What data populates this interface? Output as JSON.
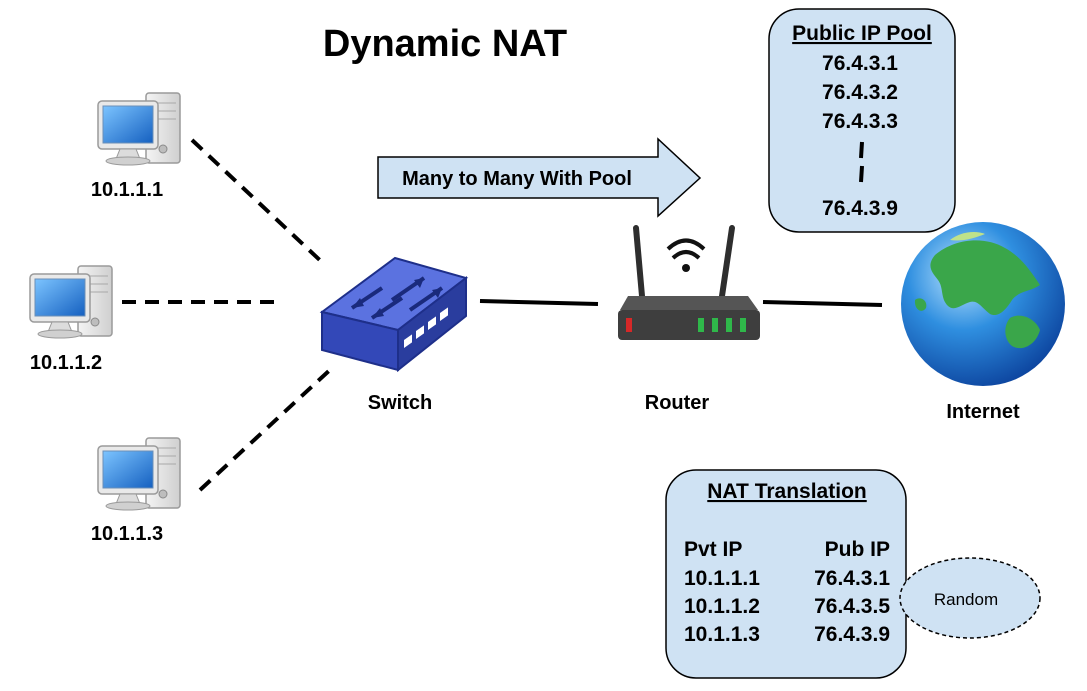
{
  "title": "Dynamic NAT",
  "hosts": [
    {
      "ip": "10.1.1.1"
    },
    {
      "ip": "10.1.1.2"
    },
    {
      "ip": "10.1.1.3"
    }
  ],
  "switch": {
    "label": "Switch"
  },
  "router": {
    "label": "Router"
  },
  "internet": {
    "label": "Internet"
  },
  "arrow": {
    "label": "Many to Many With Pool"
  },
  "pool": {
    "title": "Public IP Pool",
    "ips": [
      "76.4.3.1",
      "76.4.3.2",
      "76.4.3.3"
    ],
    "last_ip": "76.4.3.9"
  },
  "nat": {
    "title": "NAT Translation",
    "col_private": "Pvt IP",
    "col_public": "Pub IP",
    "rows": [
      {
        "pvt": "10.1.1.1",
        "pub": "76.4.3.1"
      },
      {
        "pvt": "10.1.1.2",
        "pub": "76.4.3.5"
      },
      {
        "pvt": "10.1.1.3",
        "pub": "76.4.3.9"
      }
    ]
  },
  "random": {
    "label": "Random"
  },
  "colors": {
    "box_fill": "#cfe2f3",
    "switch_blue": "#3d55c8",
    "screen_blue": "#1f7fd6",
    "router_body": "#4a4a4a",
    "led_green": "#2fb84a",
    "led_red": "#d62828"
  }
}
